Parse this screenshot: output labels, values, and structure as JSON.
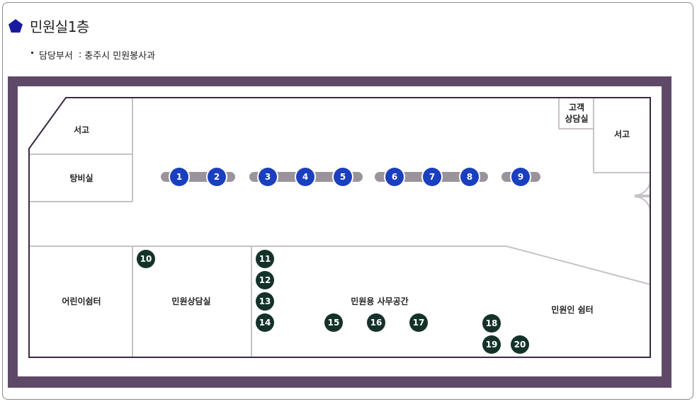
{
  "header": {
    "title": "민원실1층",
    "department_label": "담당부서",
    "department_sep": ":",
    "department_value": "충주시 민원봉사과"
  },
  "colors": {
    "frame": "#5e4a68",
    "wall": "#3a2a40",
    "inner_wall": "#c8c2c8",
    "counter_bar": "#9b939c",
    "seat_blue": "#1a3fbf",
    "seat_green": "#14322a",
    "title_icon": "#1a1aa0"
  },
  "rooms": {
    "storage_left": "서고",
    "pantry": "탕비실",
    "consult_small": "고객\n상담실",
    "storage_right": "서고",
    "kids": "어린이쉼터",
    "consult_room": "민원상담실",
    "workspace": "민원용 사무공간",
    "rest_area": "민원인 쉼터"
  },
  "counter_seats": [
    "1",
    "2",
    "3",
    "4",
    "5",
    "6",
    "7",
    "8",
    "9"
  ],
  "floor_seats": [
    "10",
    "11",
    "12",
    "13",
    "14",
    "15",
    "16",
    "17",
    "18",
    "19",
    "20"
  ]
}
